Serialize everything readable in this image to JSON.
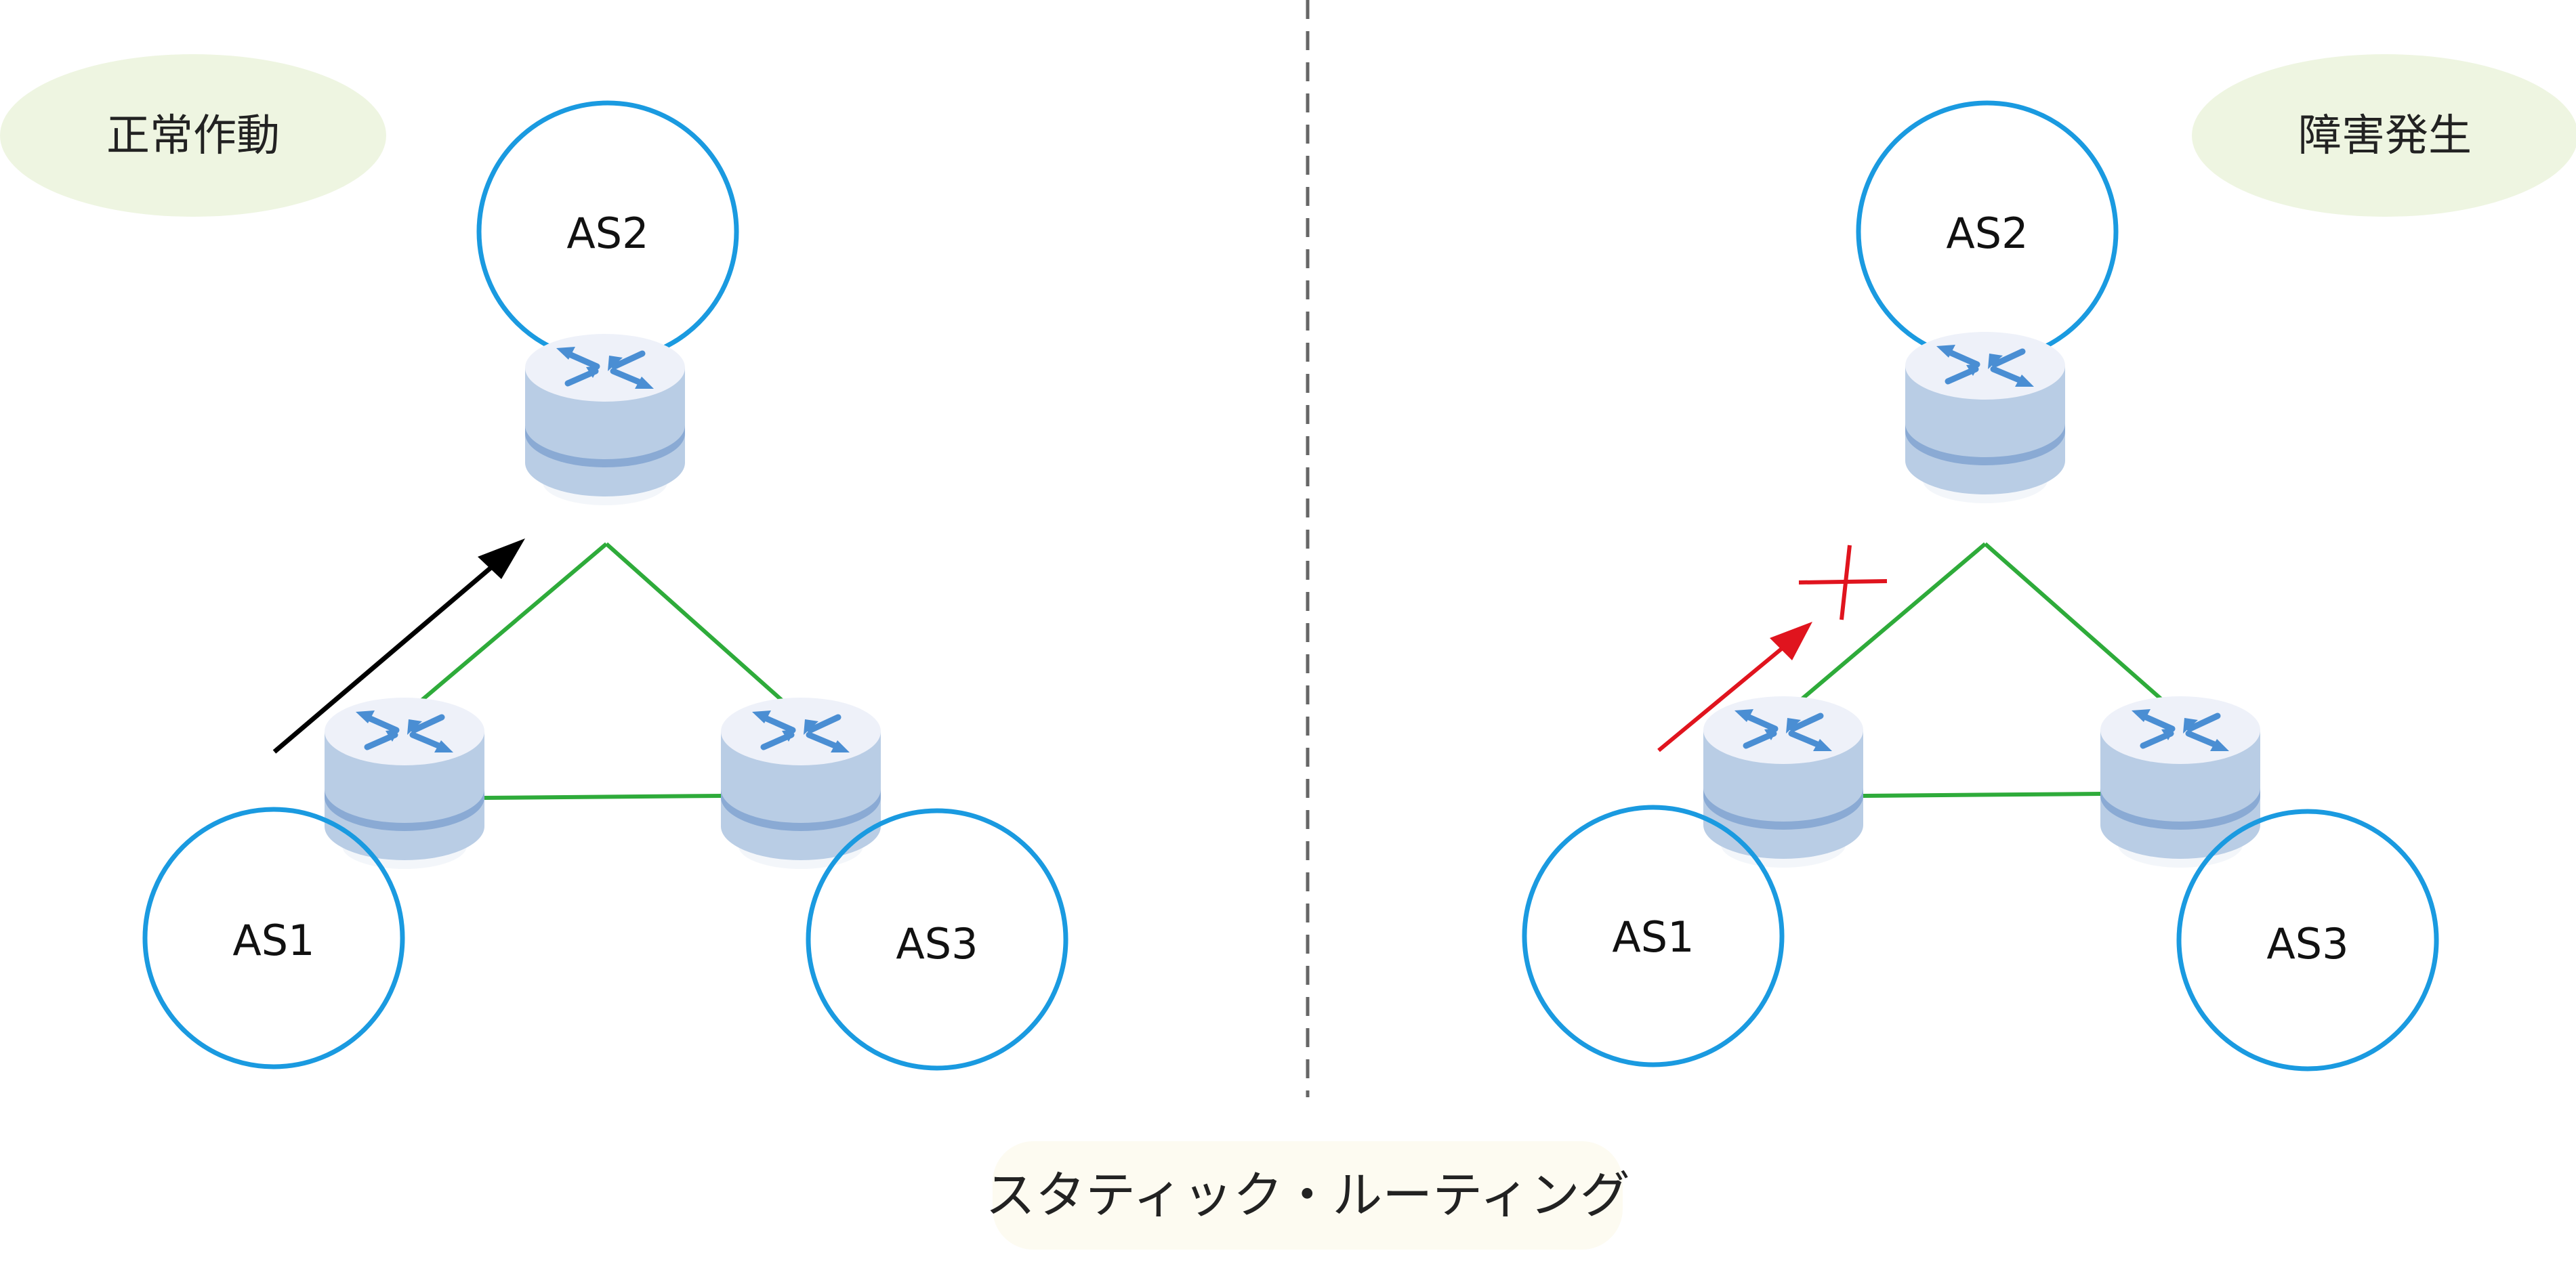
{
  "colors": {
    "circle_stroke": "#1a9ae0",
    "link_green": "#2eab3a",
    "arrow_ok": "#000000",
    "arrow_fail": "#e0141e",
    "cross": "#e0141e",
    "badge_green": "#eef5e1",
    "badge_caption": "#fdfbf1",
    "divider": "#666666",
    "router_top": "#eef1f9",
    "router_side": "#b9cde5",
    "router_band": "#8aaad4",
    "router_arrows": "#4a8ed3"
  },
  "left_panel": {
    "badge": "正常作動",
    "as_top": "AS2",
    "as_left": "AS1",
    "as_right": "AS3",
    "router_icon": "router-icon",
    "arrow": "arrow-right-up-icon"
  },
  "right_panel": {
    "badge": "障害発生",
    "as_top": "AS2",
    "as_left": "AS1",
    "as_right": "AS3",
    "router_icon": "router-icon",
    "arrow": "arrow-right-up-icon",
    "failure_mark": "cross-icon"
  },
  "caption": "スタティック・ルーティング"
}
